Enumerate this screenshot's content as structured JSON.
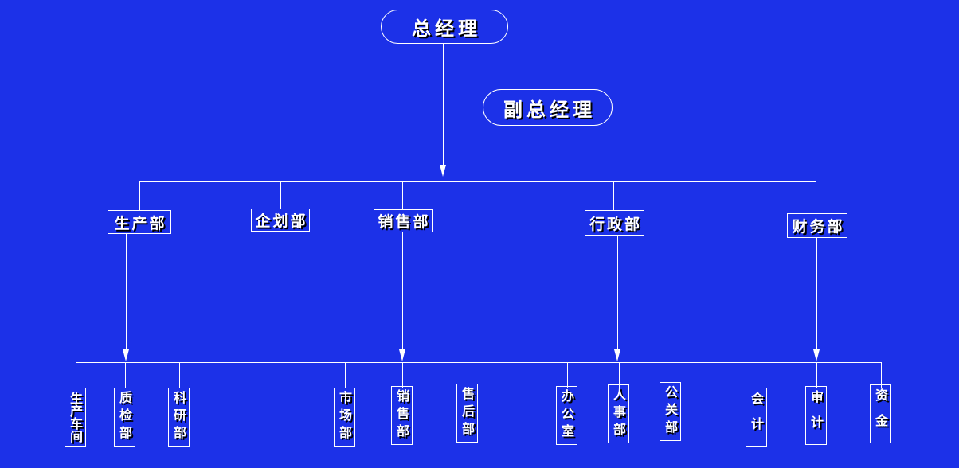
{
  "org": {
    "title": "company-organization-chart",
    "general_manager": "总经理",
    "deputy_general_manager": "副总经理",
    "departments": [
      {
        "label": "生产部",
        "children": [
          "生产车间",
          "质检部",
          "科研部"
        ]
      },
      {
        "label": "企划部",
        "children": []
      },
      {
        "label": "销售部",
        "children": [
          "市场部",
          "销售部",
          "售后部"
        ]
      },
      {
        "label": "行政部",
        "children": [
          "办公室",
          "人事部",
          "公关部"
        ]
      },
      {
        "label": "财务部",
        "children": [
          "会计",
          "审计",
          "资金"
        ]
      }
    ],
    "colors": {
      "background": "#1c31e8",
      "line": "#ffffff",
      "box_border": "#ffffff",
      "text": "#ffffff",
      "text_shadow": "#000000"
    }
  }
}
